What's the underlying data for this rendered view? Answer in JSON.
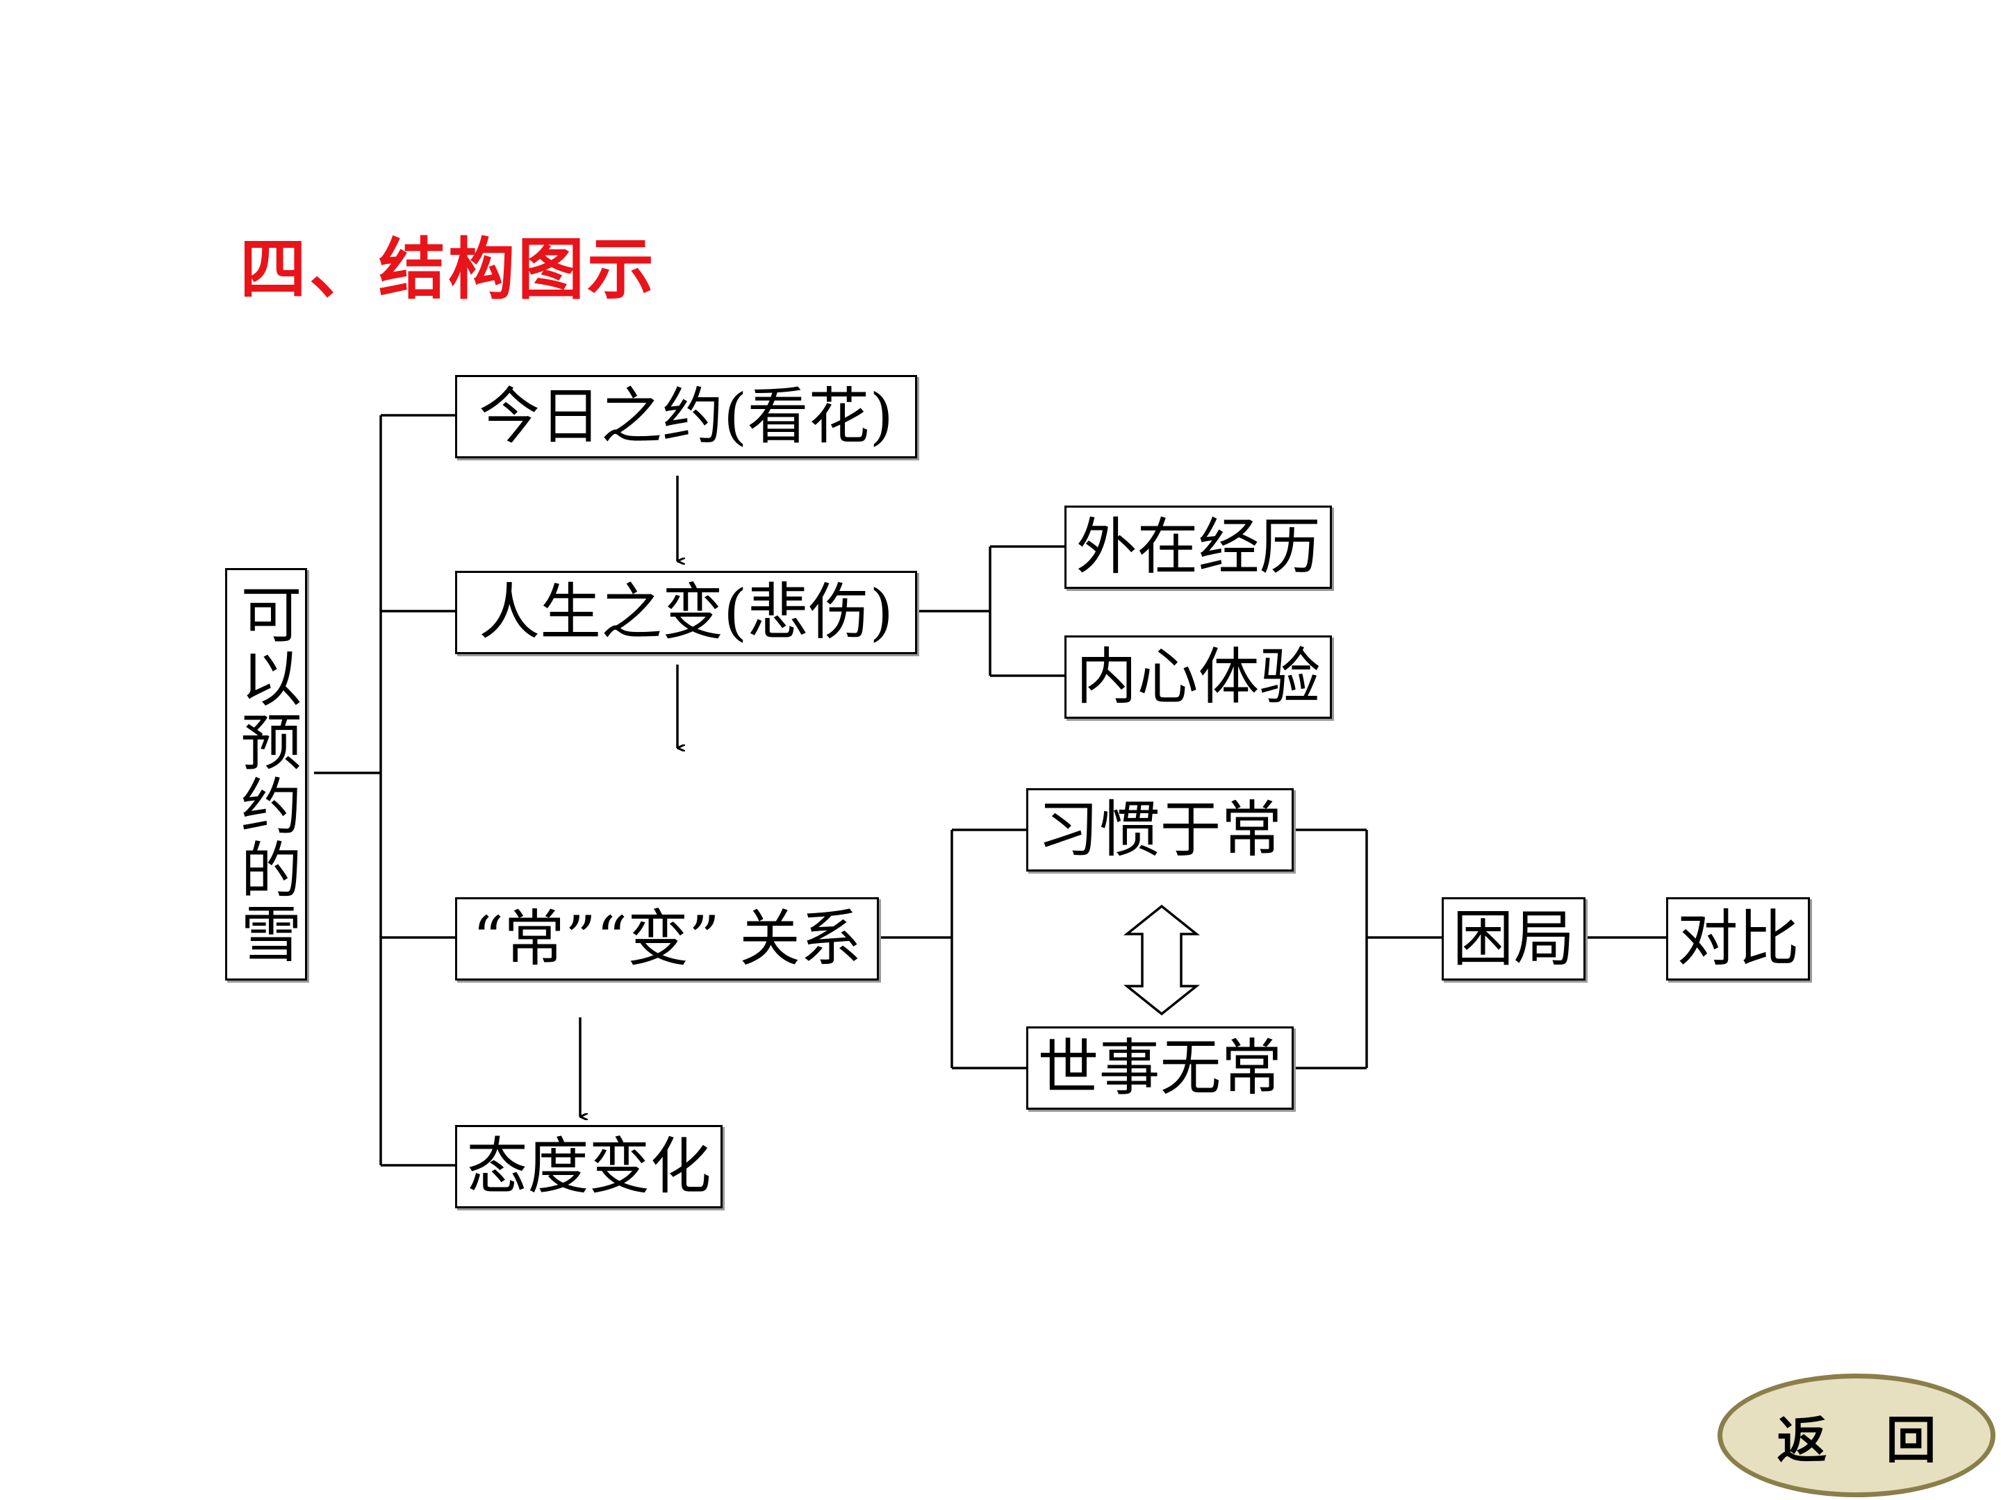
{
  "title": "四、结构图示",
  "colors": {
    "title": "#e8141a",
    "line": "#000000",
    "button_fill": "#e6e0c0"
  },
  "diagram": {
    "root": "可以预约的雪",
    "branches": {
      "b1": "今日之约(看花)",
      "b2": "人生之变(悲伤)",
      "b3": "“常”“变” 关系",
      "b4": "态度变化"
    },
    "sub_b2": {
      "s1": "外在经历",
      "s2": "内心体验"
    },
    "sub_b3": {
      "top": "习惯于常",
      "bottom": "世事无常"
    },
    "result": "困局",
    "contrast": "对比"
  },
  "back_button": {
    "label": "返 回"
  }
}
